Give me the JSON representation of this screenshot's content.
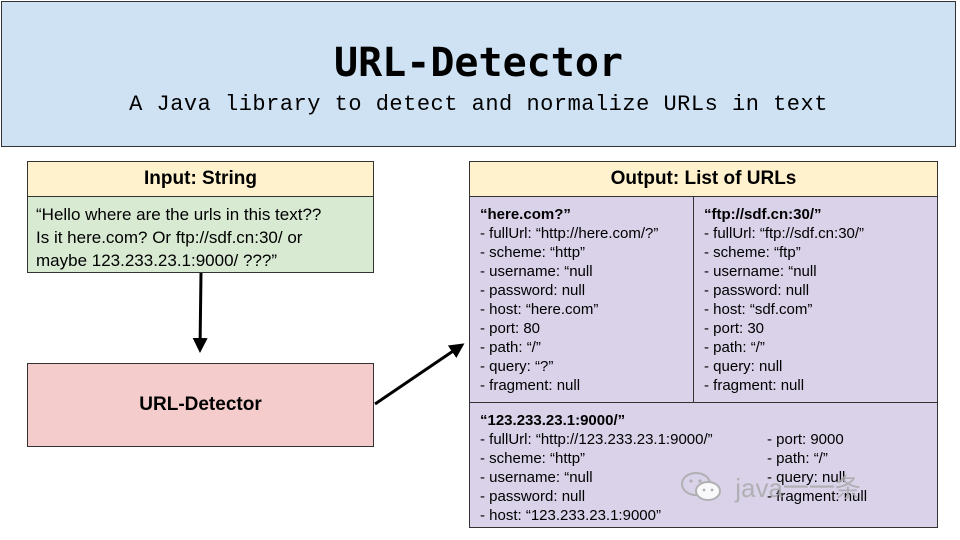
{
  "header": {
    "title": "URL-Detector",
    "subtitle": "A Java library to detect and normalize URLs in text"
  },
  "input": {
    "header": "Input: String",
    "lines": [
      "“Hello where are the urls in this text??",
      "Is it here.com? Or ftp://sdf.cn:30/ or",
      "maybe 123.233.23.1:9000/ ???”"
    ]
  },
  "detector": {
    "label": "URL-Detector"
  },
  "output": {
    "header": "Output: List of URLs",
    "cards": [
      {
        "title": "“here.com?”",
        "lines": [
          "- fullUrl: “http://here.com/?”",
          "- scheme: “http”",
          "- username: “null",
          "- password: null",
          "- host: “here.com”",
          "- port: 80",
          "- path: “/”",
          "- query: “?”",
          "- fragment: null"
        ]
      },
      {
        "title": "“ftp://sdf.cn:30/”",
        "lines": [
          "- fullUrl: “ftp://sdf.cn:30/”",
          "- scheme: “ftp”",
          "- username: “null",
          "- password: null",
          "- host: “sdf.com”",
          "- port: 30",
          "- path: “/”",
          "- query: null",
          "- fragment: null"
        ]
      },
      {
        "title": "“123.233.23.1:9000/”",
        "lines_left": [
          "- fullUrl: “http://123.233.23.1:9000/”",
          "- scheme: “http”",
          "- username: “null",
          "- password: null",
          "- host: “123.233.23.1:9000”"
        ],
        "lines_right": [
          "- port: 9000",
          "- path: “/”",
          "- query: null",
          "- fragment: null"
        ]
      }
    ]
  },
  "watermark": {
    "text": "java一一条",
    "icon": "wechat-icon"
  },
  "colors": {
    "header_bg": "#cfe2f3",
    "section_header_bg": "#fff2cc",
    "input_bg": "#d9ead3",
    "detector_bg": "#f4cccc",
    "output_bg": "#d9d2e9"
  }
}
